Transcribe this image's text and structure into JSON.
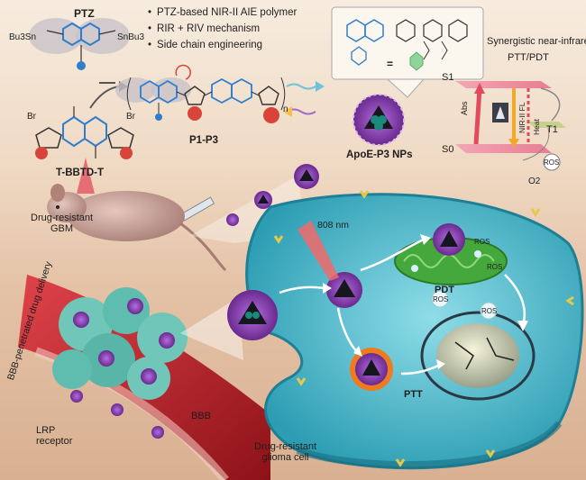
{
  "colors": {
    "cell": "#3fb6c9",
    "cell_dark": "#1f7f95",
    "nanoparticle": "#8e3fb6",
    "nanoparticle_core": "#1b8a7c",
    "vessel": "#c8242c",
    "tumor": "#5fc1b6",
    "mitochondria": "#3fa83a",
    "heat": "#f07a1e",
    "thiophene_red": "#d9443a",
    "ring_blue": "#2f7ecb"
  },
  "monomers": {
    "ptz": "PTZ",
    "bu3sn_left": "Bu3Sn",
    "snbu3_right": "SnBu3",
    "tbbtdt": "T-BBTD-T",
    "br_left": "Br",
    "br_right": "Br",
    "polymer": "P1-P3",
    "polymer_n": "n"
  },
  "bullets": [
    "PTZ-based NIR-II AIE polymer",
    "RIR + RIV mechanism",
    "Side chain engineering"
  ],
  "nanoparticle_label": "ApoE-P3 NPs",
  "inset_equals": "=",
  "energy_diagram": {
    "title_line1": "Synergistic near-infrared",
    "title_line2": "PTT/PDT",
    "s1": "S1",
    "s0": "S0",
    "t1": "T1",
    "abs": "Abs",
    "fl": "NIR-II FL",
    "heat": "Heat",
    "ros": "ROS",
    "o2": "O2"
  },
  "bottom": {
    "gbm": "Drug-resistant\nGBM",
    "bbb_delivery": "BBB-penetrated drug delivery",
    "lrp": "LRP\nreceptor",
    "bbb": "BBB",
    "laser": "808 nm",
    "pdt": "PDT",
    "ptt": "PTT",
    "ros1": "ROS",
    "ros2": "ROS",
    "ros3": "ROS",
    "ros4": "ROS",
    "cell": "Drug-resistant\nglioma cell"
  }
}
